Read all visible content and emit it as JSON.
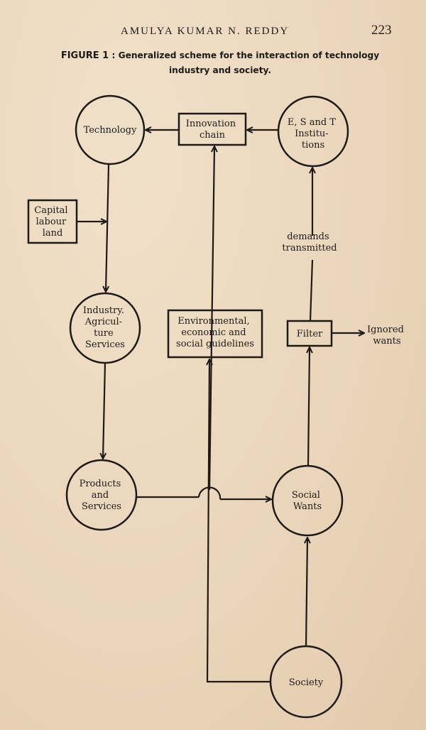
{
  "header": {
    "running_head": "AMULYA KUMAR N. REDDY",
    "page_number": "223"
  },
  "figure": {
    "label": "FIGURE 1",
    "separator": ":",
    "caption_line1": "Generalized scheme for the interaction of technology",
    "caption_line2": "industry and society."
  },
  "nodes": {
    "technology": [
      "Technology"
    ],
    "innovation_chain": [
      "Innovation",
      "chain"
    ],
    "est_institutions": [
      "E, S and T",
      "Institu-",
      "tions"
    ],
    "capital": [
      "Capital",
      "labour",
      "land"
    ],
    "industry": [
      "Industry.",
      "Agricul-",
      "ture",
      "Services"
    ],
    "guidelines": [
      "Environmental,",
      "economic and",
      "social guidelines"
    ],
    "filter": [
      "Filter"
    ],
    "products": [
      "Products",
      "and",
      "Services"
    ],
    "social_wants": [
      "Social",
      "Wants"
    ],
    "society": [
      "Society"
    ]
  },
  "labels": {
    "demands": [
      "demands",
      "transmitted"
    ],
    "ignored": [
      "Ignored",
      "wants"
    ]
  }
}
